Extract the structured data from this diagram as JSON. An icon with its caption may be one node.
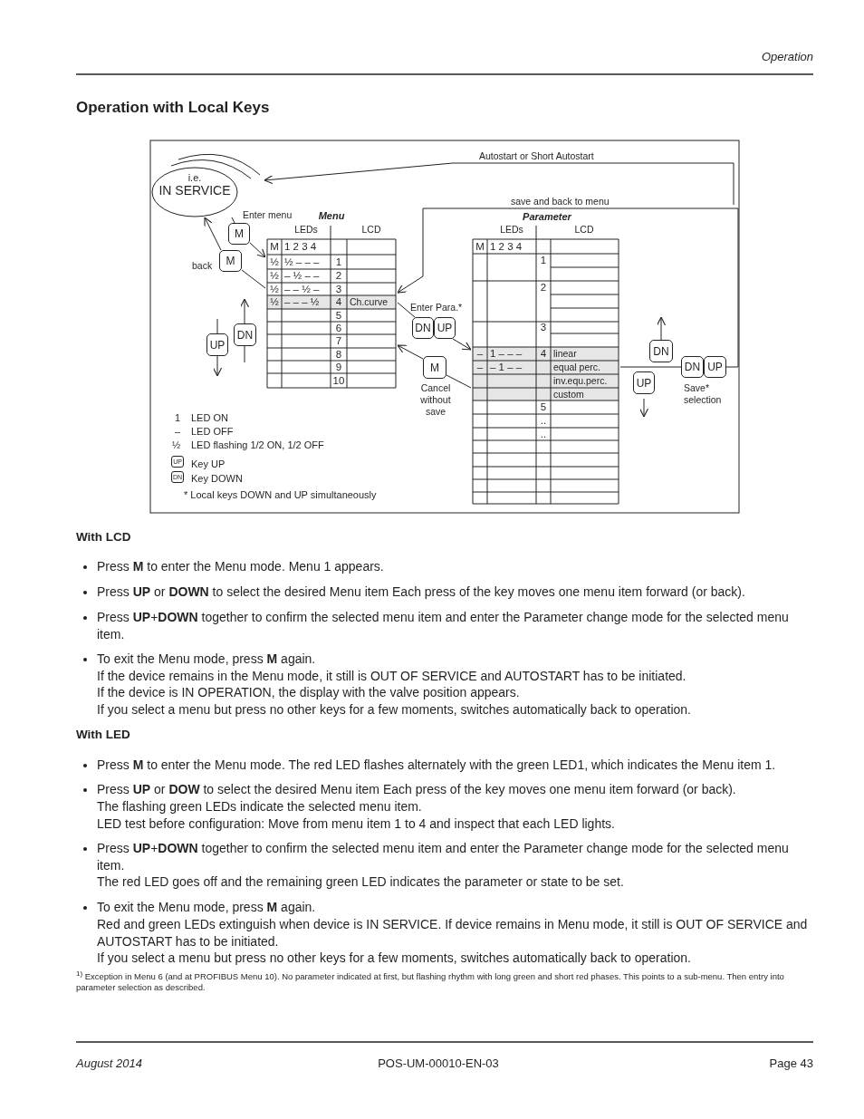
{
  "diagram": {
    "title": "Operation with Local Keys",
    "nodes": [
      {
        "text": [
          "i.e.",
          "IN SERVICE"
        ]
      },
      {
        "text": [
          "M"
        ],
        "beside": [
          "Enter menu"
        ]
      },
      {
        "text": [
          "M"
        ],
        "beside": [
          "back"
        ]
      },
      {
        "text": [
          "UP"
        ]
      },
      {
        "text": [
          "DN"
        ]
      },
      {
        "text": [
          "Menu",
          "LEDs",
          "LCD",
          "M",
          "1 2 3 4",
          "½",
          "½ – – –",
          "1",
          "½",
          "– ½ – –",
          "2",
          "½",
          "– – ½ –",
          "3",
          "½",
          "– – – ½",
          "4",
          "Ch.curve",
          "5",
          "6",
          "7",
          "8",
          "9",
          "10"
        ]
      },
      {
        "text": [
          "Parameter",
          "LEDs",
          "LCD",
          "M",
          "1 2 3 4",
          "1",
          "2",
          "3",
          "–",
          "1 – – –",
          "4",
          "linear",
          "–",
          "– 1 – –",
          "equal perc.",
          "inv.equ.perc.",
          "custom",
          "5",
          "..",
          ".."
        ]
      },
      {
        "text": [
          "DN",
          "UP"
        ],
        "beside": [
          "Enter Para.*"
        ]
      },
      {
        "text": [
          "M"
        ],
        "beside": [
          "Cancel without save"
        ]
      },
      {
        "text": [
          "DN"
        ]
      },
      {
        "text": [
          "UP"
        ]
      },
      {
        "text": [
          "DN",
          "UP"
        ],
        "beside": [
          "Save* selection"
        ]
      }
    ],
    "edges": [
      {
        "from": null,
        "to": 0,
        "arrow": "to",
        "label": "Autostart or Short Autostart"
      },
      {
        "from": 0,
        "to": 1,
        "arrow": "none"
      },
      {
        "from": 1,
        "to": 5,
        "arrow": "to"
      },
      {
        "from": 5,
        "to": 2,
        "arrow": "none"
      },
      {
        "from": 2,
        "to": 0,
        "arrow": "to"
      },
      {
        "from": 5,
        "to": 7,
        "arrow": "none"
      },
      {
        "from": 7,
        "to": 6,
        "arrow": "to"
      },
      {
        "from": 6,
        "to": 8,
        "arrow": "none"
      },
      {
        "from": 8,
        "to": 5,
        "arrow": "to"
      },
      {
        "from": 6,
        "to": 11,
        "arrow": "none"
      },
      {
        "from": 11,
        "to": 5,
        "arrow": "to",
        "label": "save and back to menu"
      }
    ],
    "labels": [
      "Operation",
      "1",
      "–",
      "½",
      "UP",
      "DN",
      "* Local keys DOWN and UP simultaneously",
      "With LCD",
      "Press **M** to enter the Menu mode. Menu 1 appears.",
      "Press **UP** or **DOWN** to select the desired Menu item Each press of the key moves one menu item forward (or back).",
      "Press **UP**+**DOWN** together to confirm the selected menu item and enter the Parameter change mode for the selected menu item.",
      "To exit the Menu mode, press **M** again.",
      "If the device remains in the Menu mode, it still is OUT OF SERVICE and AUTOSTART has to be initiated.",
      "If the device is IN OPERATION, the display with the valve position appears.",
      "If you select a menu but press no other keys for a few moments, switches automatically back to operation.",
      "With LED",
      "Press **M** to enter the Menu mode. The red LED flashes alternately with the green LED1, which indicates the Menu item 1.",
      "Press **UP** or **DOW** to select the desired Menu item Each press of the key moves one menu item forward (or back).",
      "The flashing green LEDs indicate the selected menu item.",
      "LED test before configuration: Move from menu item 1 to 4 and inspect that each LED lights.",
      "Press **UP**+**DOWN** together to confirm the selected menu item and enter the Parameter change mode for the selected menu item.",
      "The red LED goes off and the remaining green LED indicates the parameter or state to be set.",
      "To exit the Menu mode, press **M** again.",
      "Red and green LEDs extinguish when device is IN SERVICE. If device remains in Menu mode, it still is OUT OF SERVICE and AUTOSTART has to be initiated.",
      "If you select a menu but press no other keys for a few moments, switches automatically back to operation.",
      "$^{1)}$ Exception in Menu 6 (and at PROFIBUS Menu 10). No parameter indicated at first, but flashing rhythm with long green and short red phases. This points to a sub-menu. Then entry into parameter selection as described.",
      "August 2014",
      "POS-UM-00010-EN-03",
      "Page 43"
    ],
    "legend": [
      {
        "text": "LED ON"
      },
      {
        "text": "LED OFF"
      },
      {
        "text": "LED flashing 1/2 ON, 1/2 OFF"
      },
      {
        "text": "Key UP"
      },
      {
        "text": "Key DOWN"
      }
    ]
  }
}
